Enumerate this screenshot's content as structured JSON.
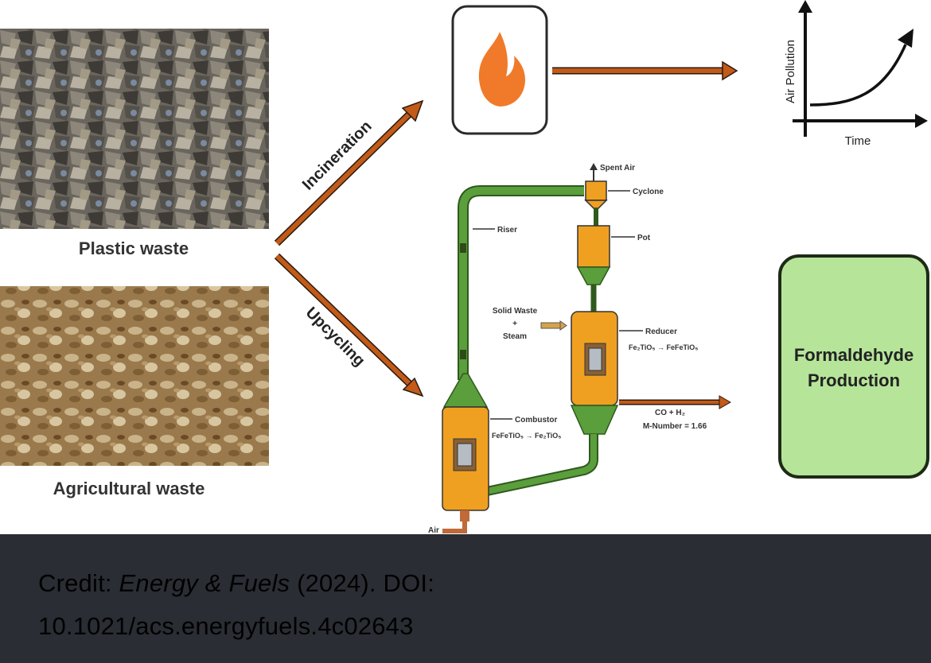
{
  "figure": {
    "feedstock": {
      "plastic_label": "Plastic waste",
      "agricultural_label": "Agricultural waste"
    },
    "pathways": {
      "incineration_label": "Incineration",
      "upcycling_label": "Upcycling"
    },
    "pollution_plot": {
      "ylabel": "Air Pollution",
      "xlabel": "Time"
    },
    "reactor": {
      "spent_air": "Spent Air",
      "cyclone": "Cyclone",
      "riser": "Riser",
      "pot": "Pot",
      "solid_waste": "Solid Waste",
      "plus": "+",
      "steam": "Steam",
      "reducer": "Reducer",
      "reducer_reaction": "Fe₂TiO₅ → FeFeTiO₅",
      "combustor": "Combustor",
      "combustor_reaction": "FeFeTiO₅ → Fe₂TiO₅",
      "product_gas": "CO + H₂",
      "m_number": "M-Number = 1.66",
      "air": "Air"
    },
    "product_box": {
      "line1": "Formaldehyde",
      "line2": "Production"
    },
    "colors": {
      "arrow": "#c25a18",
      "vessel_orange": "#f0a020",
      "pipe_green": "#5b9e3c",
      "flame": "#f07a2a",
      "product_fill": "#b6e59a"
    }
  },
  "caption": {
    "credit_prefix": "Credit: ",
    "journal": "Energy & Fuels",
    "year_doi": " (2024). DOI:",
    "doi": "10.1021/acs.energyfuels.4c02643"
  }
}
